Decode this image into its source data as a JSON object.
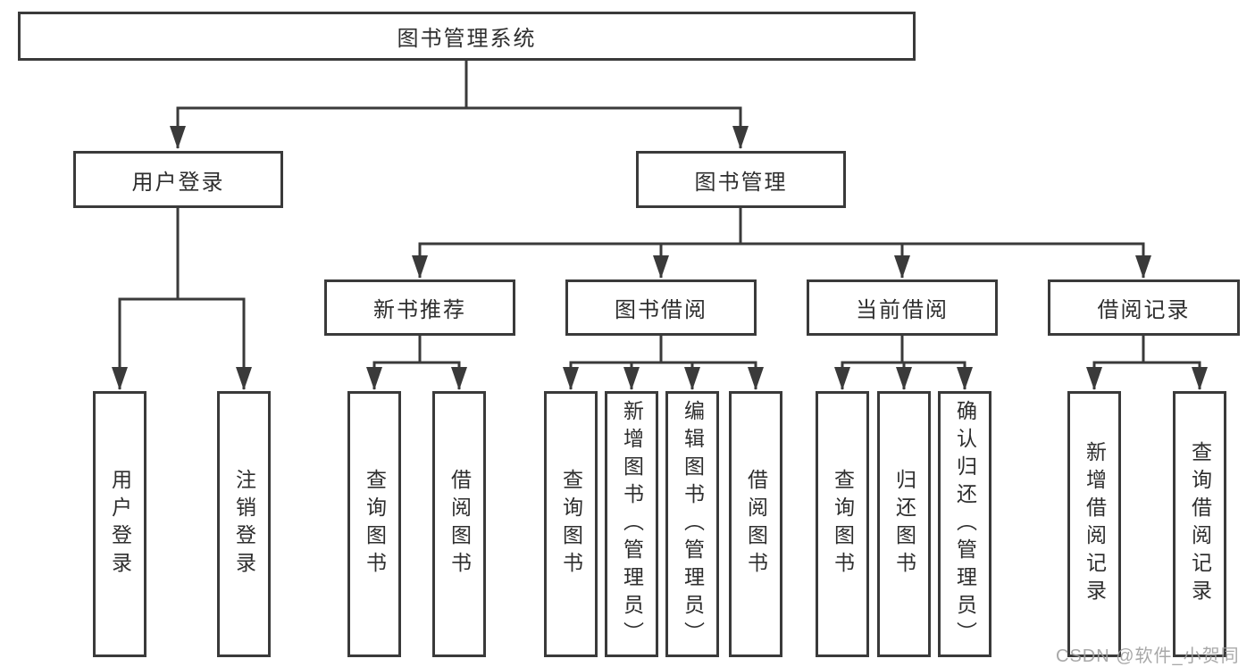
{
  "root": {
    "label": "图书管理系统"
  },
  "level2": [
    {
      "label": "用户登录"
    },
    {
      "label": "图书管理"
    }
  ],
  "level3": [
    {
      "label": "新书推荐"
    },
    {
      "label": "图书借阅"
    },
    {
      "label": "当前借阅"
    },
    {
      "label": "借阅记录"
    }
  ],
  "leaves": [
    {
      "label": "用户登录",
      "parent": "用户登录"
    },
    {
      "label": "注销登录",
      "parent": "用户登录"
    },
    {
      "label": "查询图书",
      "parent": "新书推荐"
    },
    {
      "label": "借阅图书",
      "parent": "新书推荐"
    },
    {
      "label": "查询图书",
      "parent": "图书借阅"
    },
    {
      "label": "新增图书（管理员）",
      "parent": "图书借阅"
    },
    {
      "label": "编辑图书（管理员）",
      "parent": "图书借阅"
    },
    {
      "label": "借阅图书",
      "parent": "图书借阅"
    },
    {
      "label": "查询图书",
      "parent": "当前借阅"
    },
    {
      "label": "归还图书",
      "parent": "当前借阅"
    },
    {
      "label": "确认归还（管理员）",
      "parent": "当前借阅"
    },
    {
      "label": "新增借阅记录",
      "parent": "借阅记录"
    },
    {
      "label": "查询借阅记录",
      "parent": "借阅记录"
    }
  ],
  "watermark": {
    "text": "CSDN @软件_小贺同学"
  },
  "colors": {
    "line": "#3a3a3a",
    "text": "#2e2e2e",
    "box_background": "#ffffff",
    "watermark": "#9f9f9f"
  }
}
